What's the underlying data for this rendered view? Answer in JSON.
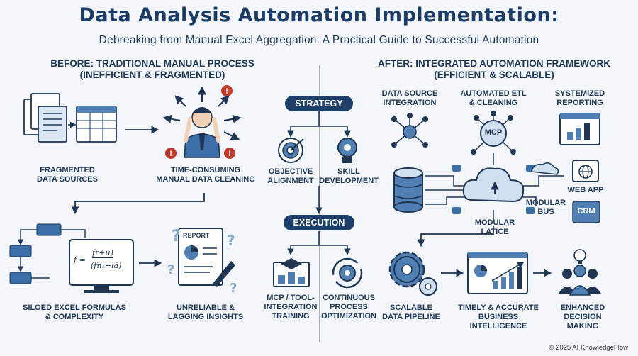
{
  "title": "Data Analysis Automation Implementation:",
  "subtitle": "Debreaking from Manual Excel Aggregation: A Practical Guide to Successful Automation",
  "before": {
    "heading_line1": "BEFORE: TRADITIONAL MANUAL PROCESS",
    "heading_line2": "(INEFFICIENT & FRAGMENTED)",
    "fragmented_line1": "FRAGMENTED",
    "fragmented_line2": "DATA SOURCES",
    "cleaning_line1": "TIME-CONSUMING",
    "cleaning_line2": "MANUAL DATA CLEANING",
    "siloed_line1": "SILOED EXCEL FORMULAS",
    "siloed_line2": "& COMPLEXITY",
    "unreliable_line1": "UNRELIABLE &",
    "unreliable_line2": "LAGGING INSIGHTS",
    "report_text": "REPORT",
    "formula_f": "f =",
    "formula_num": "fr+u)",
    "formula_den": "(fn₁+lā)"
  },
  "middle": {
    "strategy": "STRATEGY",
    "objective_line1": "OBJECTIVE",
    "objective_line2": "ALIGNMENT",
    "skill_line1": "SKILL",
    "skill_line2": "DEVELOPMENT",
    "execution": "EXECUTION",
    "mcp_line1": "MCP / TOOL-",
    "mcp_line2": "INTEGRATION",
    "mcp_line3": "TRAINING",
    "cpo_line1": "CONTINUOUS",
    "cpo_line2": "PROCESS",
    "cpo_line3": "OPTIMIZATION"
  },
  "after": {
    "heading_line1": "AFTER: INTEGRATED AUTOMATION FRAMEWORK",
    "heading_line2": "(EFFICIENT & SCALABLE)",
    "dsi_line1": "DATA SOURCE",
    "dsi_line2": "INTEGRATION",
    "etl_line1": "AUTOMATED ETL",
    "etl_line2": "& CLEANING",
    "rep_line1": "SYSTEMIZED",
    "rep_line2": "REPORTING",
    "mcp_node": "MCP",
    "web_app": "WEB APP",
    "crm": "CRM",
    "bus_line1": "MODULAR",
    "bus_line2": "BUS",
    "latice_line1": "MODULAR",
    "latice_line2": "LATICE",
    "pipeline_line1": "SCALABLE",
    "pipeline_line2": "DATA PIPELINE",
    "bi_line1": "TIMELY & ACCURATE",
    "bi_line2": "BUSINESS INTELLIGENCE",
    "decision_line1": "ENHANCED",
    "decision_line2": "DECISION MAKING"
  },
  "copyright": "© 2025 AI KnowledgeFlow",
  "colors": {
    "navy": "#1f3f6b",
    "blue": "#4f7fb3",
    "light_blue": "#cfe0f1",
    "alert_red": "#c0392b",
    "background": "#f3f6fa"
  }
}
